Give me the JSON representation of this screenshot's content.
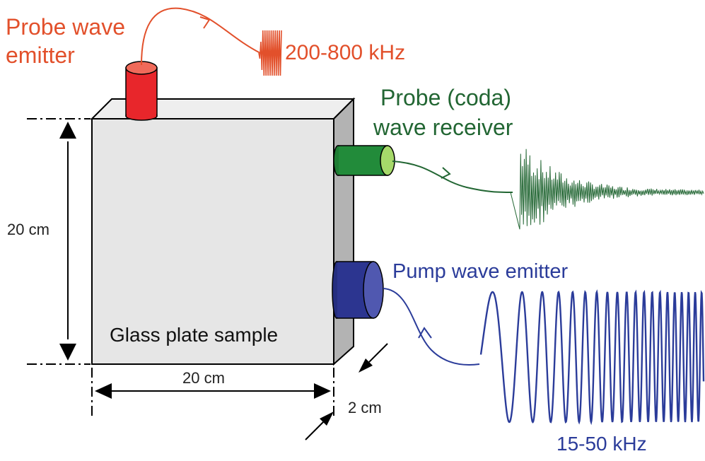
{
  "labels": {
    "probe_emitter_line1": "Probe wave",
    "probe_emitter_line2": "emitter",
    "probe_freq": "200-800 kHz",
    "receiver_line1": "Probe (coda)",
    "receiver_line2": "wave receiver",
    "pump_emitter": "Pump wave emitter",
    "pump_freq": "15-50 kHz",
    "sample": "Glass plate sample",
    "height": "20 cm",
    "width": "20 cm",
    "thickness": "2 cm"
  },
  "colors": {
    "probe": "#e2502b",
    "receiver": "#226633",
    "pump": "#2b3c9a",
    "plate_front": "#e6e6e6",
    "plate_side": "#b3b3b3"
  }
}
